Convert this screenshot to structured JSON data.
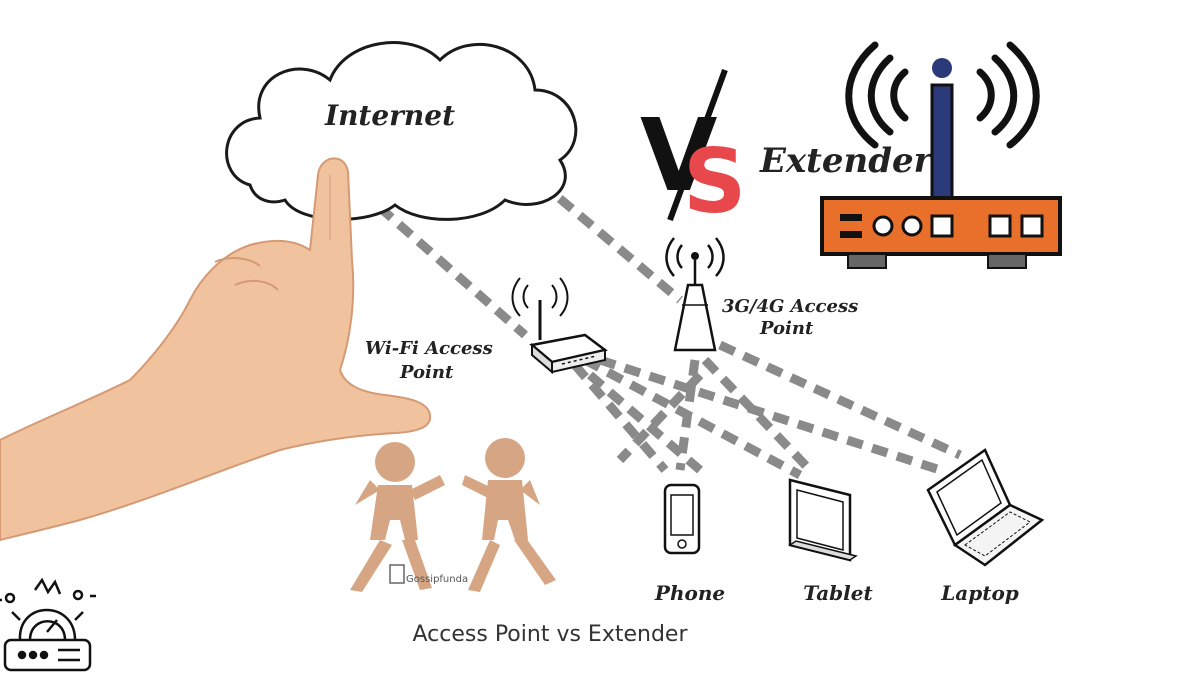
{
  "labels": {
    "internet": "Internet",
    "vs_v": "V",
    "vs_s": "S",
    "extender": "Extender",
    "access_3g_line1": "3G/4G Access",
    "access_3g_line2": "Point",
    "wifi_line1": "Wi-Fi Access",
    "wifi_line2": "Point",
    "phone": "Phone",
    "tablet": "Tablet",
    "laptop": "Laptop",
    "watermark": "Gossipfunda",
    "caption": "Access Point vs Extender"
  },
  "colors": {
    "accent_red": "#e8474b",
    "router_orange": "#e8702a",
    "router_blue": "#2b3a78",
    "figure_tan": "#d6a684",
    "skin": "#f0c29e",
    "dash_gray": "#8a8a8a",
    "ink": "#1a1a1a"
  }
}
